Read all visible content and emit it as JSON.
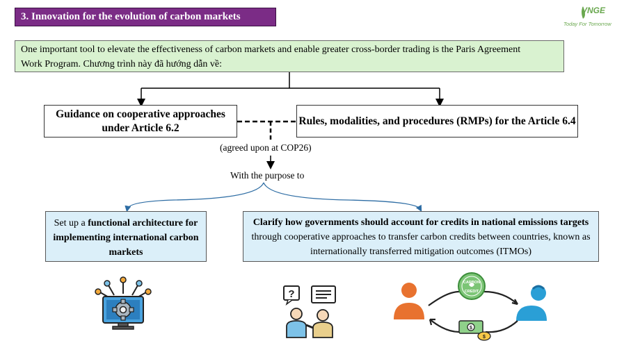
{
  "header": {
    "title": "3. Innovation for the evolution of carbon markets"
  },
  "logo": {
    "brand": "VNGE",
    "tagline": "Today For Tomorrow",
    "color": "#6aa84f"
  },
  "intro": {
    "text_part1": "One important tool to elevate the effectiveness of carbon markets and enable greater cross-border trading is the Paris Agreement",
    "text_part2": "Work Program. Chương trình này đã hướng dẫn về:"
  },
  "branches": {
    "left": "Guidance on cooperative approaches under Article 6.2",
    "right": "Rules, modalities, and procedures (RMPs) for the Article 6.4"
  },
  "agreement_note": "(agreed upon at COP26)",
  "purpose_label": "With the purpose to",
  "purposes": {
    "left": {
      "pre": "Set up a ",
      "bold": "functional architecture for implementing international carbon markets"
    },
    "right": {
      "bold": "Clarify how governments should account for credits in national emissions targets",
      "rest": " through cooperative approaches to transfer carbon credits between countries, known as internationally transferred mitigation outcomes (ITMOs)"
    }
  },
  "icons": {
    "left": "gear-monitor-icon",
    "middle": "people-discussion-icon",
    "right": "carbon-credit-exchange-icon",
    "badge_text_top": "CARBON",
    "badge_text_bottom": "CREDIT"
  },
  "colors": {
    "title_bg": "#7b2c86",
    "intro_bg": "#d9f2d0",
    "purpose_bg": "#dbeff9",
    "person_left": "#e8722f",
    "person_right": "#2a9fd6"
  }
}
